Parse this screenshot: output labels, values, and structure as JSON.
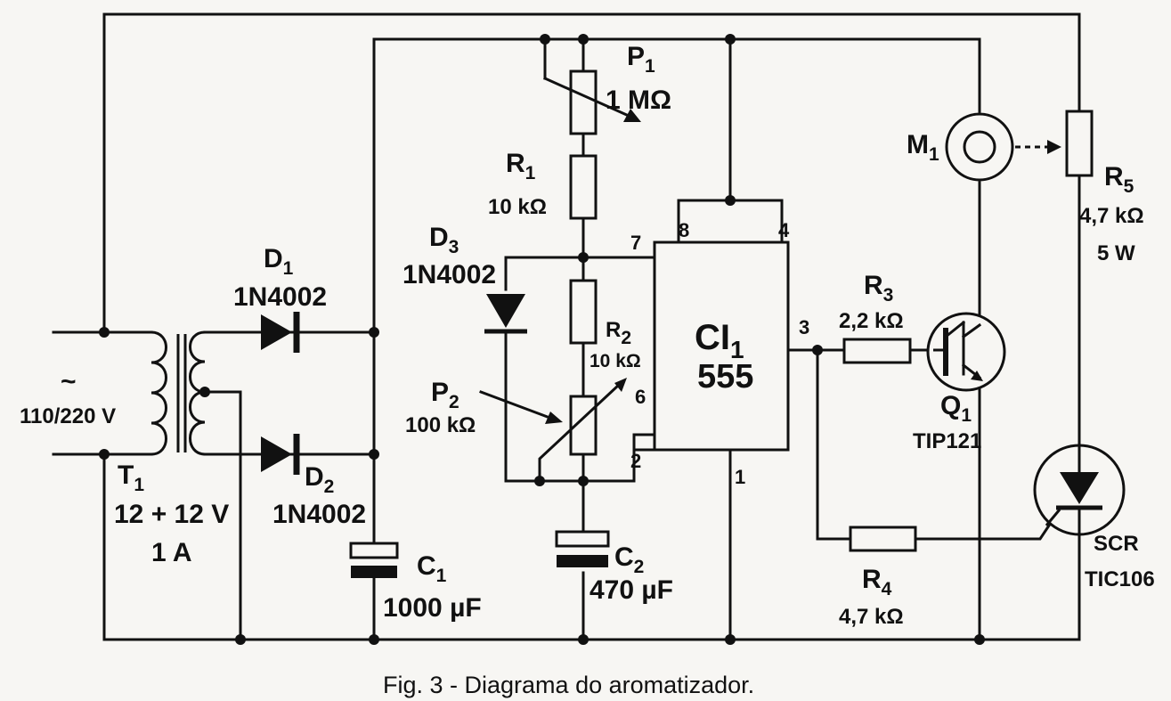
{
  "caption": "Fig. 3 - Diagrama do aromatizador.",
  "source": {
    "symbol": "~",
    "voltage": "110/220 V"
  },
  "components": {
    "T1": {
      "ref": "T",
      "sub": "1",
      "value": "12 + 12 V",
      "value2": "1 A"
    },
    "D1": {
      "ref": "D",
      "sub": "1",
      "value": "1N4002"
    },
    "D2": {
      "ref": "D",
      "sub": "2",
      "value": "1N4002"
    },
    "D3": {
      "ref": "D",
      "sub": "3",
      "value": "1N4002"
    },
    "C1": {
      "ref": "C",
      "sub": "1",
      "value": "1000 µF"
    },
    "C2": {
      "ref": "C",
      "sub": "2",
      "value": "470 µF"
    },
    "P1": {
      "ref": "P",
      "sub": "1",
      "value": "1 MΩ"
    },
    "P2": {
      "ref": "P",
      "sub": "2",
      "value": "100 kΩ"
    },
    "R1": {
      "ref": "R",
      "sub": "1",
      "value": "10 kΩ"
    },
    "R2": {
      "ref": "R",
      "sub": "2",
      "value": "10 kΩ"
    },
    "R3": {
      "ref": "R",
      "sub": "3",
      "value": "2,2 kΩ"
    },
    "R4": {
      "ref": "R",
      "sub": "4",
      "value": "4,7 kΩ"
    },
    "R5": {
      "ref": "R",
      "sub": "5",
      "value": "4,7 kΩ",
      "value2": "5 W"
    },
    "CI1": {
      "ref": "CI",
      "sub": "1",
      "value": "555",
      "pins": {
        "p8": "8",
        "p4": "4",
        "p7": "7",
        "p6": "6",
        "p2": "2",
        "p3": "3",
        "p1": "1"
      }
    },
    "Q1": {
      "ref": "Q",
      "sub": "1",
      "value": "TIP121"
    },
    "M1": {
      "ref": "M",
      "sub": "1"
    },
    "SCR": {
      "ref": "SCR",
      "value": "TIC106"
    }
  }
}
